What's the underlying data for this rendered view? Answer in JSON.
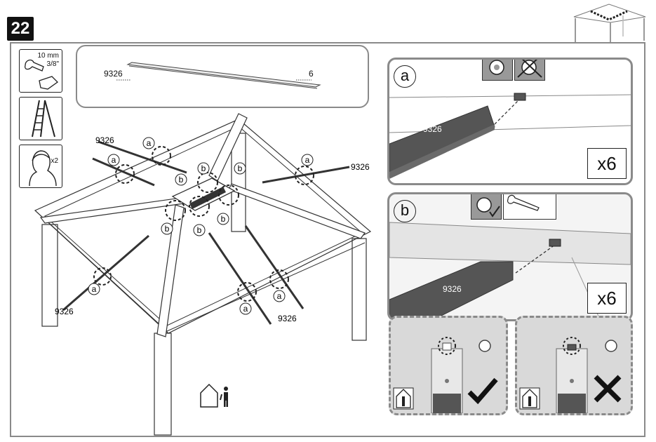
{
  "step": {
    "number": "22"
  },
  "tools": {
    "wrench_size_mm": "10 mm",
    "wrench_size_in": "3/8\"",
    "persons_count": "x2"
  },
  "parts": {
    "part_number": "9326",
    "quantity": "6"
  },
  "main_diagram": {
    "labels": [
      "9326",
      "9326",
      "9326",
      "9326"
    ],
    "callout_a": "a",
    "callout_b": "b"
  },
  "detail_a": {
    "letter": "a",
    "part_label": "9326",
    "count": "x6"
  },
  "detail_b": {
    "letter": "b",
    "part_label": "9326",
    "count": "x6"
  },
  "colors": {
    "frame_gray": "#8a8a8a",
    "panel_fill": "#d9d9d9",
    "dark_part": "#555555",
    "text": "#111111"
  },
  "icons": [
    "wrench-icon",
    "hand-icon",
    "ladder-icon",
    "person-head-icon",
    "bolt-nut-icon",
    "crossed-bolt-icon",
    "check-icon",
    "cross-icon",
    "person-outdoor-icon",
    "gazebo-thumbnail-icon"
  ]
}
